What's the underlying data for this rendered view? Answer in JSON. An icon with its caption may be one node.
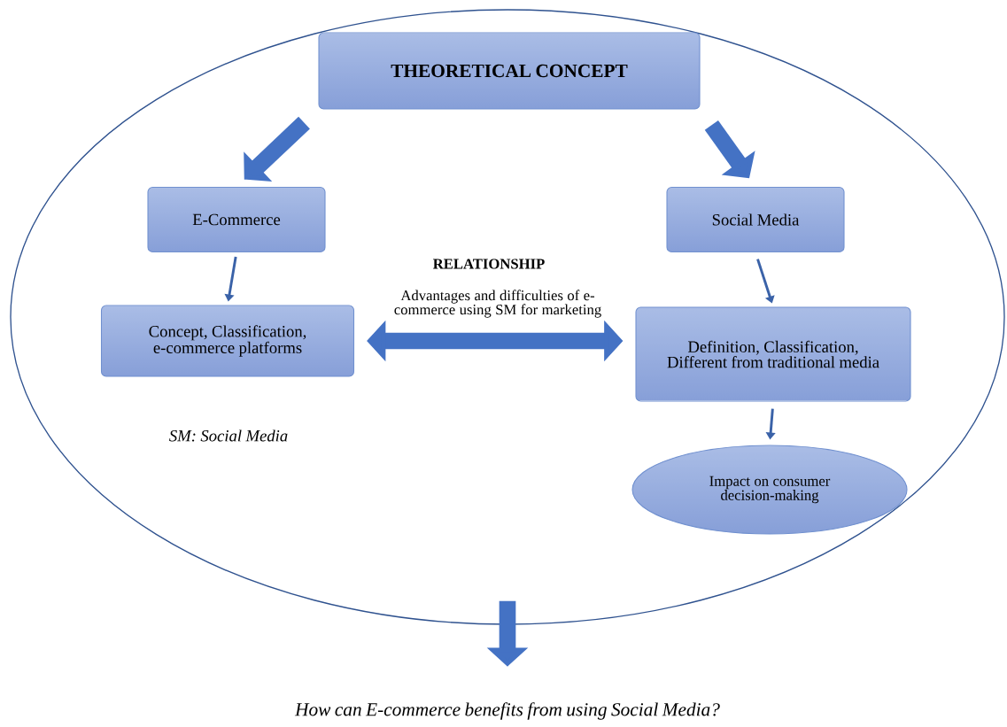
{
  "diagram": {
    "nodes": [
      {
        "text": [],
        "shape": "ellipse"
      },
      {
        "text": [
          "THEORETICAL CONCEPT"
        ],
        "in": 0
      },
      {
        "text": [
          "E-Commerce"
        ],
        "in": 0
      },
      {
        "text": [
          "Social Media"
        ],
        "in": 0
      },
      {
        "text": [
          "Concept, Classification, e-commerce platforms"
        ],
        "in": 0
      },
      {
        "text": [
          "Definition, Classification, Different from traditional media"
        ],
        "in": 0
      },
      {
        "text": [
          "Impact on consumer decision-making"
        ],
        "in": 0
      },
      {
        "text": [
          "How can E-commerce benefits from using Social Media?"
        ]
      }
    ],
    "edges": [
      {
        "from": 1,
        "to": 2,
        "arrow": "to"
      },
      {
        "from": 1,
        "to": 3,
        "arrow": "to"
      },
      {
        "from": 2,
        "to": 4,
        "arrow": "to"
      },
      {
        "from": 3,
        "to": 5,
        "arrow": "to"
      },
      {
        "from": 4,
        "to": 5,
        "arrow": "both",
        "label": "RELATIONSHIP"
      },
      {
        "from": 5,
        "to": 6,
        "arrow": "to"
      },
      {
        "from": 0,
        "to": 7,
        "arrow": "to"
      }
    ],
    "labels": [
      "Advantages and difficulties of e-commerce using SM for marketing",
      "SM: Social Media"
    ]
  }
}
